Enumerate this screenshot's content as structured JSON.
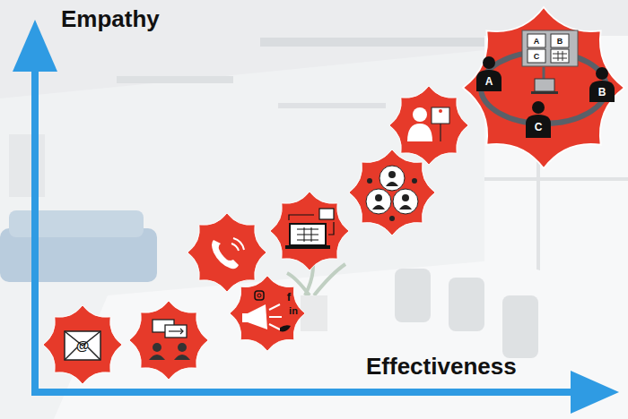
{
  "diagram": {
    "labels": [
      "Empathy",
      "Effectiveness",
      "@",
      "f",
      "in",
      "A",
      "B",
      "C",
      "A",
      "B",
      "C"
    ]
  }
}
